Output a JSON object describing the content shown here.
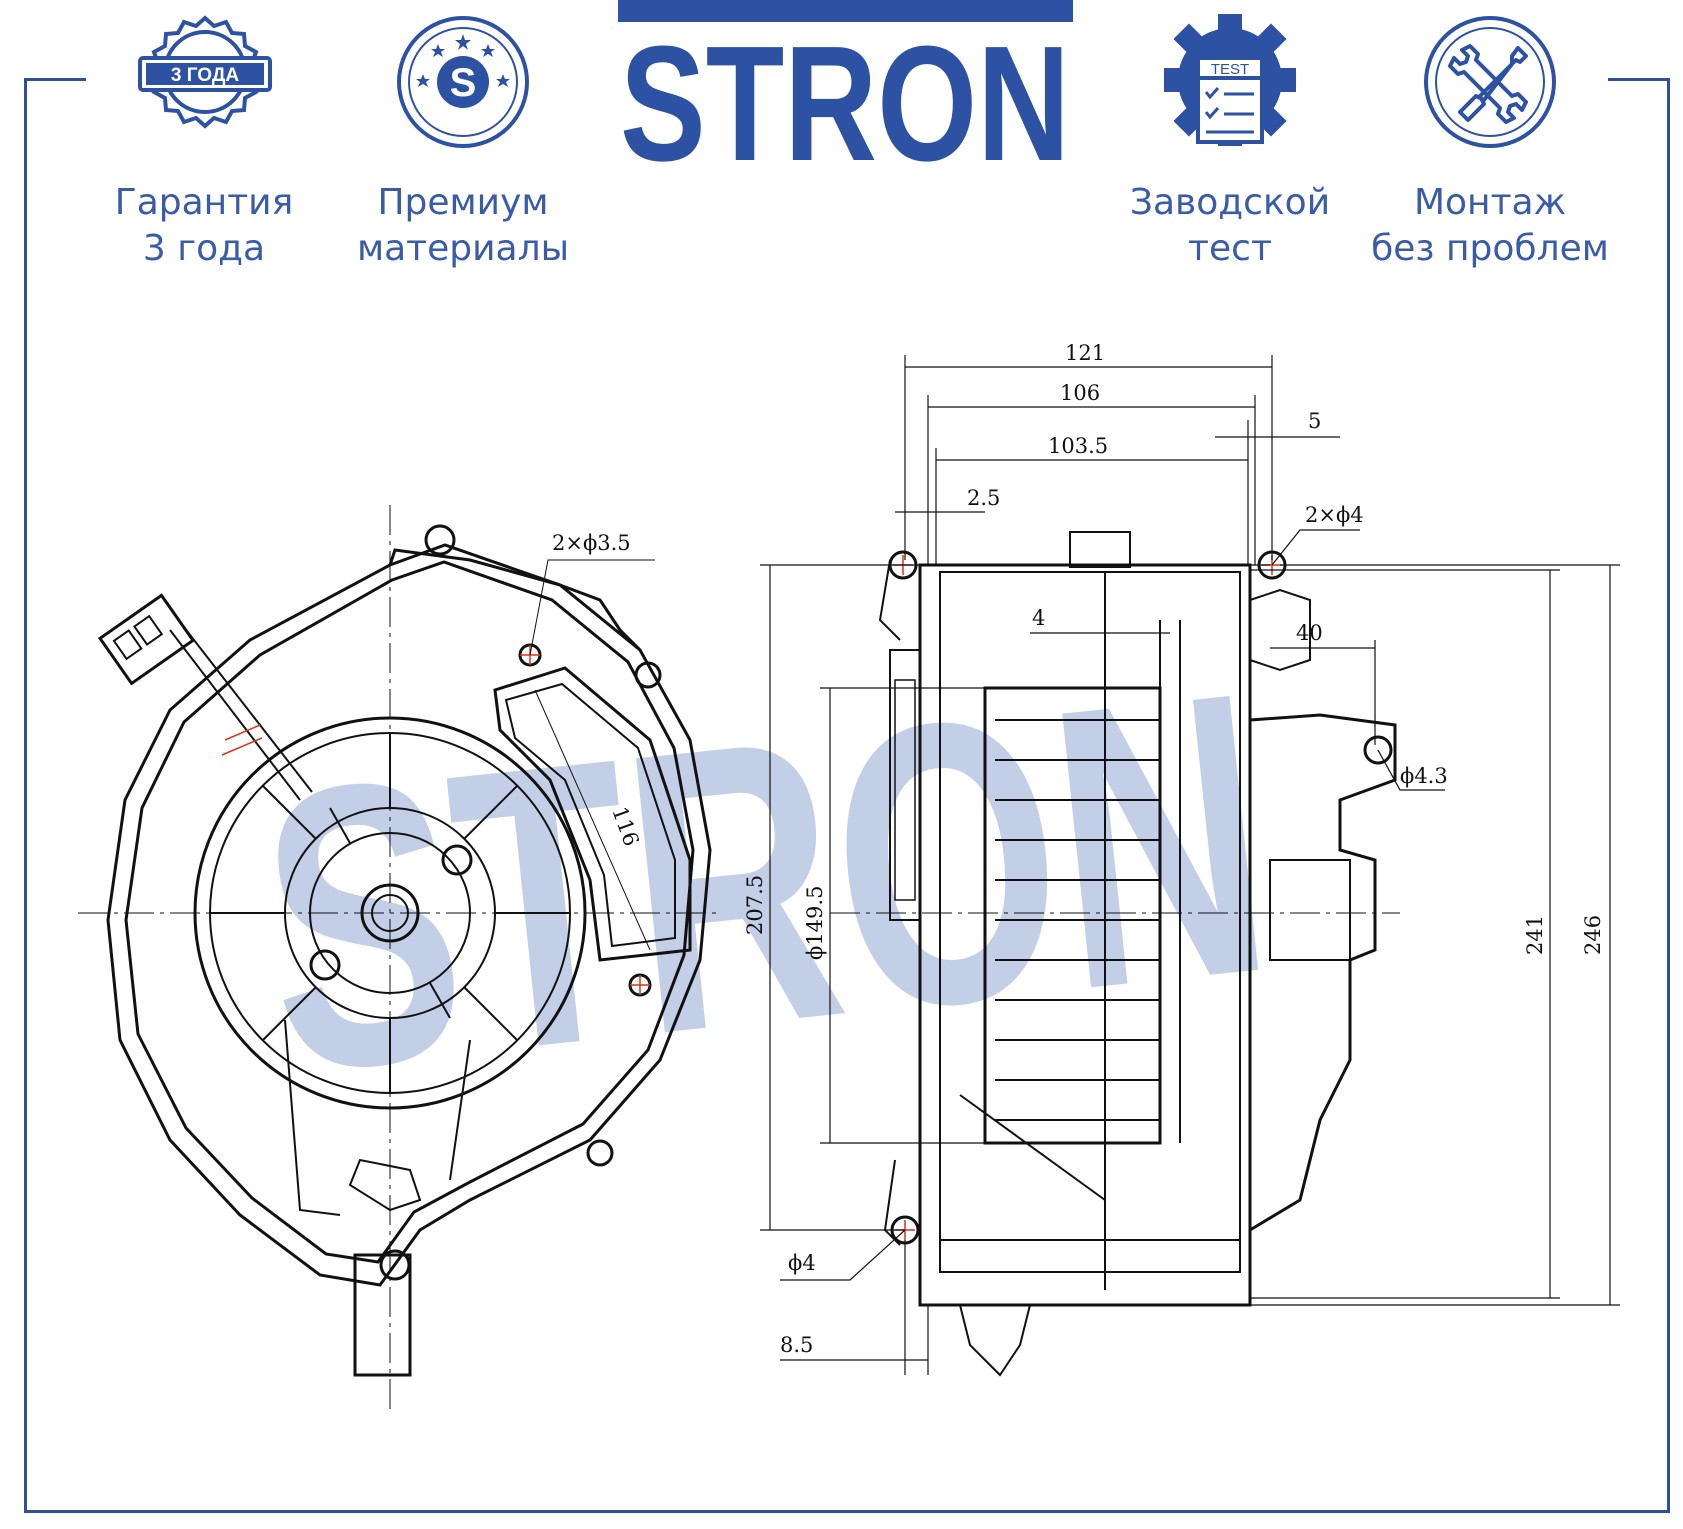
{
  "brand": {
    "logo_text": "STRON",
    "watermark_text": "STRON",
    "color": "#2d52a3",
    "watermark_color": "#b9c6e3"
  },
  "features": [
    {
      "icon": "warranty-seal-icon",
      "badge": "3 ГОДА",
      "line1": "Гарантия",
      "line2": "3 года"
    },
    {
      "icon": "premium-s-badge-icon",
      "badge": "S",
      "line1": "Премиум",
      "line2": "материалы"
    },
    {
      "icon": "factory-test-gear-icon",
      "badge": "TEST",
      "line1": "Заводской",
      "line2": "тест"
    },
    {
      "icon": "tools-wrench-screwdriver-icon",
      "line1": "Монтаж",
      "line2": "без проблем"
    }
  ],
  "dimensions": {
    "front_view": {
      "holes": "2×ϕ3.5",
      "diagonal": "116"
    },
    "side_view": {
      "width_overall": "121",
      "width_body": "106",
      "width_inner": "103.5",
      "offset_right": "5",
      "offset_left": "2.5",
      "holes_top": "2×ϕ4",
      "rib": "4",
      "tab": "40",
      "hole_right": "ϕ4.3",
      "height_mount": "207.5",
      "fan_diameter": "ϕ149.5",
      "hole_bottom": "ϕ4",
      "offset_bottom": "8.5",
      "height_body": "241",
      "height_overall": "246"
    }
  }
}
